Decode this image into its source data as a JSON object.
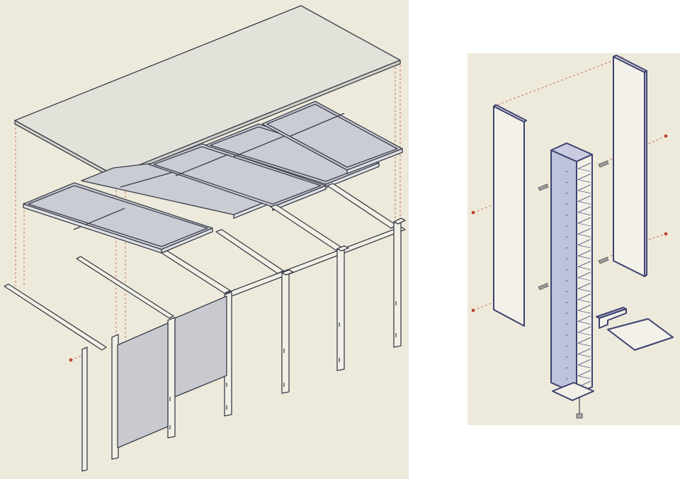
{
  "colors": {
    "page_background": "#ffffff",
    "panel_background": "#edeadb",
    "roof_fill": "#e3e2da",
    "glass_fill": "#c9ccd2",
    "wall_fill": "#c8cacf",
    "member_fill": "#f2f0e6",
    "outline": "#3a3d4a",
    "blue_outline": "#3c4170",
    "guide_line": "#c86450",
    "guide_dot": "#c0392b",
    "connector": "#8a8a8a"
  },
  "panels": [
    {
      "id": "pavilion-exploded-axonometric",
      "description_icon": "exploded-structure"
    },
    {
      "id": "cabinet-exploded-axonometric",
      "description_icon": "exploded-cabinet"
    }
  ]
}
